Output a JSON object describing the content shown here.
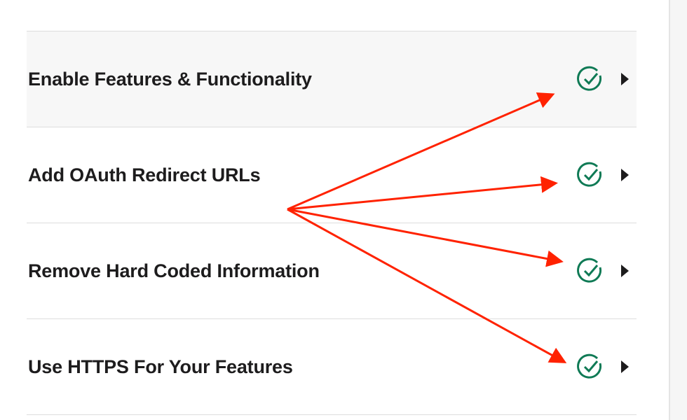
{
  "items": [
    {
      "label": "Enable Features & Functionality",
      "status": "complete",
      "active": true
    },
    {
      "label": "Add OAuth Redirect URLs",
      "status": "complete",
      "active": false
    },
    {
      "label": "Remove Hard Coded Information",
      "status": "complete",
      "active": false
    },
    {
      "label": "Use HTTPS For Your Features",
      "status": "complete",
      "active": false
    }
  ],
  "colors": {
    "check": "#0f7a55",
    "arrow": "#ff2200",
    "caret": "#1d1c1d"
  }
}
